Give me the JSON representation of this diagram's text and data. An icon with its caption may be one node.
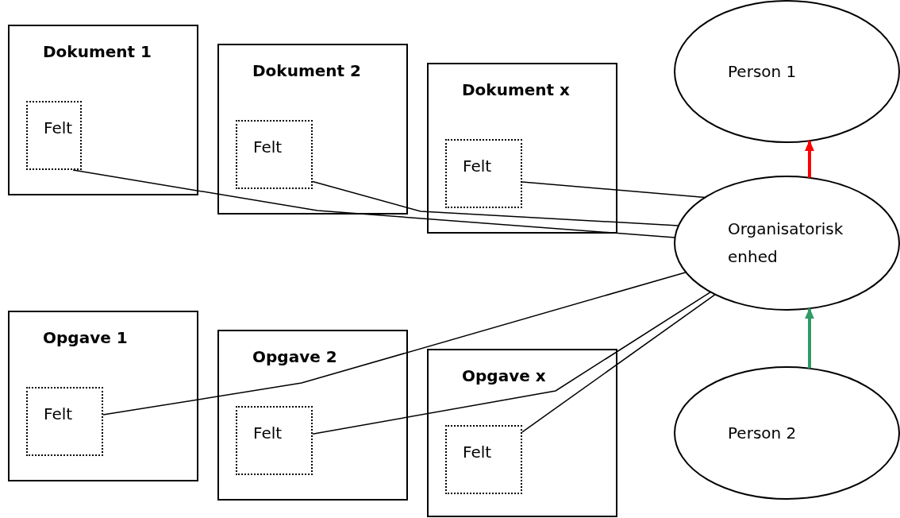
{
  "diagram": {
    "nodes": [
      {
        "text": [
          "Dokument 1"
        ]
      },
      {
        "text": [
          "Felt"
        ],
        "in": 0
      },
      {
        "text": [
          "Dokument 2"
        ]
      },
      {
        "text": [
          "Felt"
        ],
        "in": 2
      },
      {
        "text": [
          "Dokument x"
        ]
      },
      {
        "text": [
          "Felt"
        ],
        "in": 4
      },
      {
        "text": [
          "Opgave 1"
        ]
      },
      {
        "text": [
          "Felt"
        ],
        "in": 6
      },
      {
        "text": [
          "Opgave 2"
        ]
      },
      {
        "text": [
          "Felt"
        ],
        "in": 8
      },
      {
        "text": [
          "Opgave x"
        ]
      },
      {
        "text": [
          "Felt"
        ],
        "in": 10
      },
      {
        "text": [
          "Person 1"
        ]
      },
      {
        "text": [
          "Organisatorisk enhed"
        ]
      },
      {
        "text": [
          "Person 2"
        ]
      }
    ],
    "edges": [
      {
        "from": 1,
        "to": 13,
        "arrow": "none"
      },
      {
        "from": 3,
        "to": 13,
        "arrow": "none"
      },
      {
        "from": 5,
        "to": 13,
        "arrow": "none"
      },
      {
        "from": 7,
        "to": 13,
        "arrow": "none"
      },
      {
        "from": 9,
        "to": 13,
        "arrow": "none"
      },
      {
        "from": 11,
        "to": 13,
        "arrow": "none"
      },
      {
        "from": 13,
        "to": 12,
        "arrow": "to",
        "style": "thick",
        "color": "#ff0000"
      },
      {
        "from": 14,
        "to": 13,
        "arrow": "to",
        "style": "thick",
        "color": "#339966"
      }
    ]
  }
}
